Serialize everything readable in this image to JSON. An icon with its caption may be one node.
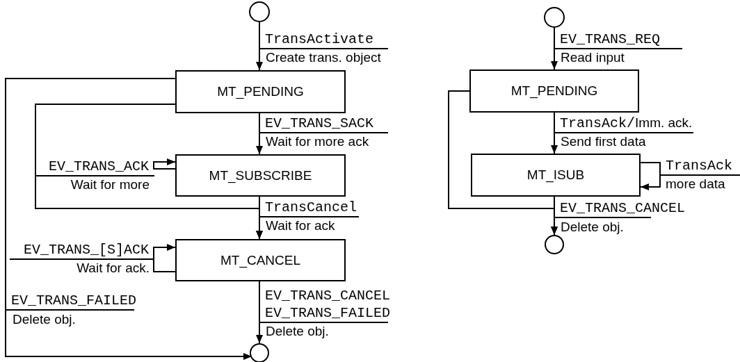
{
  "diagram": {
    "nodes": [
      {
        "text": [],
        "shape": "circle"
      },
      {
        "text": [
          "MT_PENDING"
        ]
      },
      {
        "text": [
          "MT_SUBSCRIBE"
        ]
      },
      {
        "text": [
          "MT_CANCEL"
        ]
      },
      {
        "text": [],
        "shape": "circle"
      },
      {
        "text": [],
        "shape": "circle"
      },
      {
        "text": [
          "MT_PENDING"
        ]
      },
      {
        "text": [
          "MT_ISUB"
        ]
      },
      {
        "text": [],
        "shape": "circle"
      }
    ],
    "edges": [
      {
        "from": 0,
        "to": 1,
        "arrow": "to",
        "label": "TransActivate"
      },
      {
        "from": 1,
        "to": 2,
        "arrow": "to",
        "label": "EV_TRANS_SACK"
      },
      {
        "from": 2,
        "to": 2,
        "arrow": "to",
        "label": "EV_TRANS_ACK"
      },
      {
        "from": 1,
        "to": 3,
        "arrow": "to"
      },
      {
        "from": 2,
        "to": 3,
        "arrow": "to",
        "label": "TransCancel"
      },
      {
        "from": 3,
        "to": 3,
        "arrow": "to",
        "label": "EV_TRANS_[S]ACK"
      },
      {
        "from": 3,
        "to": 4,
        "arrow": "to",
        "label": "EV_TRANS_CANCEL EV_TRANS_FAILED"
      },
      {
        "from": 1,
        "to": 4,
        "arrow": "to",
        "label": "EV_TRANS_FAILED"
      },
      {
        "from": 5,
        "to": 6,
        "arrow": "to",
        "label": "EV_TRANS_REQ"
      },
      {
        "from": 6,
        "to": 7,
        "arrow": "to",
        "label": "TransAck/Imm. ack."
      },
      {
        "from": 7,
        "to": 7,
        "arrow": "to",
        "label": "TransAck"
      },
      {
        "from": 6,
        "to": 8,
        "arrow": "to"
      },
      {
        "from": 7,
        "to": 8,
        "arrow": "to",
        "label": "EV_TRANS_CANCEL"
      }
    ],
    "labels": [
      "Create trans. object",
      "Wait for more ack",
      "Wait for more",
      "Wait for ack",
      "Wait for ack.",
      "Delete obj.",
      "Delete obj.",
      "Read input",
      "Send first data",
      "more data",
      "Delete obj."
    ]
  }
}
